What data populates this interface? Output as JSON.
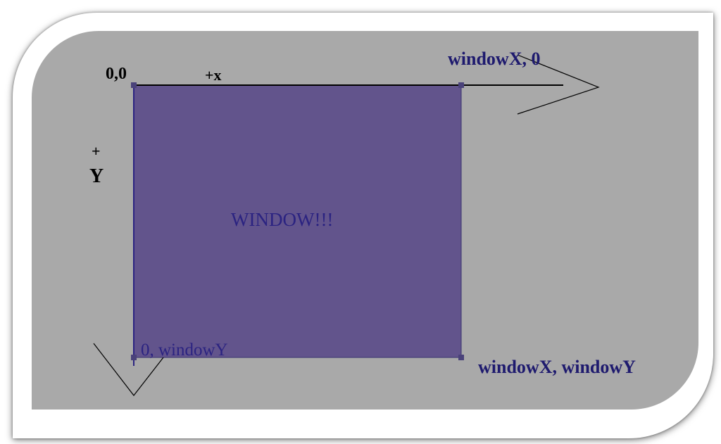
{
  "colors": {
    "background": "#ffffff",
    "canvas": "#a9a9a9",
    "window_fill": "#62548c",
    "window_text": "#2b2381",
    "corner_label": "#1e1a6e",
    "axis_label": "#000000",
    "axis_line": "#000000"
  },
  "diagram": {
    "origin_label": "0,0",
    "x_axis_label": "+x",
    "y_axis_plus": "+",
    "y_axis_label": "Y",
    "window_label": "WINDOW!!!",
    "top_right_label": "windowX, 0",
    "bottom_left_label": "0, windowY",
    "bottom_right_label": "windowX, windowY"
  }
}
